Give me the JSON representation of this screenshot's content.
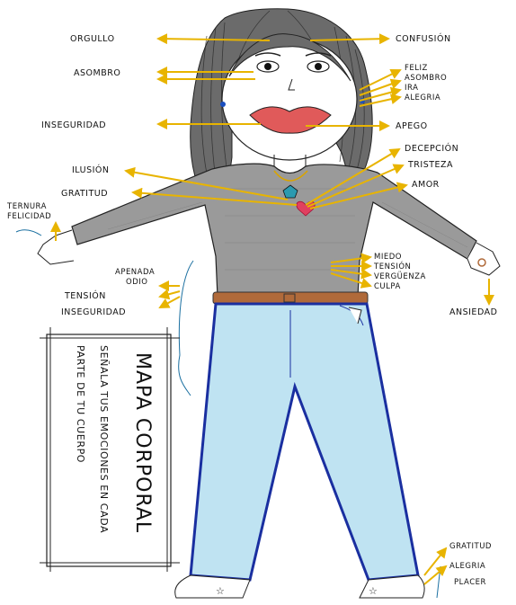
{
  "drawing": {
    "title": "MAPA CORPORAL",
    "instruction_line1": "SEÑALA TUS EMOCIONES EN CADA",
    "instruction_line2": "PARTE DE TU CUERPO"
  },
  "labels": {
    "orgullo": "ORGULLO",
    "asombro_left": "ASOMBRO",
    "inseguridad_head": "INSEGURIDAD",
    "ilusion": "ILUSIÓN",
    "gratitud_chest": "GRATITUD",
    "ternura": "TERNURA",
    "felicidad": "FELICIDAD",
    "confusion": "CONFUSIÓN",
    "feliz": "FELIZ",
    "asombro_right": "ASOMBRO",
    "ira": "IRA",
    "alegria_head": "ALEGRIA",
    "apego": "APEGO",
    "decepcion": "DECEPCIÓN",
    "tristeza": "TRISTEZA",
    "amor": "AMOR",
    "miedo": "MIEDO",
    "tension_stomach": "TENSIÓN",
    "verguenza": "VERGÜENZA",
    "culpa": "CULPA",
    "ansiedad": "ANSIEDAD",
    "apenada": "APENADA",
    "odio": "ODIO",
    "tension_hand": "TENSIÓN",
    "inseguridad_hand": "INSEGURIDAD",
    "gratitud_feet": "GRATITUD",
    "alegria_feet": "ALEGRIA",
    "placer": "PLACER"
  },
  "colors": {
    "hair": "#555555",
    "arrow": "#e8b400",
    "shirt": "#9a9a9a",
    "pants": "#bfe3f2",
    "pants_outline": "#1a2fa0",
    "belt": "#b06a3a",
    "lips": "#e05a5a",
    "skin_outline": "#222222"
  }
}
